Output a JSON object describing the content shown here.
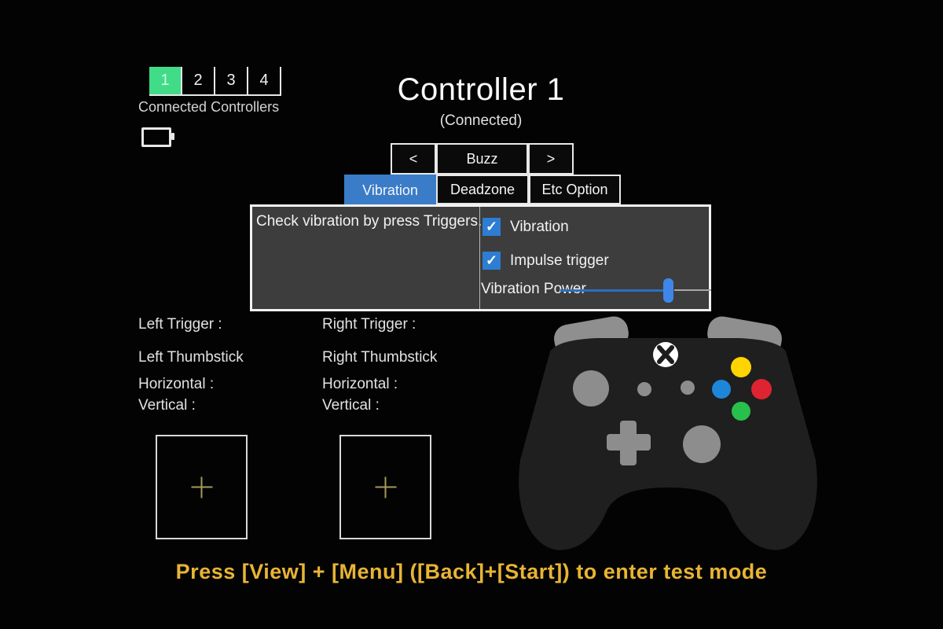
{
  "controllers": {
    "caption": "Connected Controllers",
    "tabs": [
      {
        "label": "1",
        "selected": true
      },
      {
        "label": "2",
        "selected": false
      },
      {
        "label": "3",
        "selected": false
      },
      {
        "label": "4",
        "selected": false
      }
    ],
    "battery_icon": "battery-empty-icon",
    "selected_color": "#41dc87"
  },
  "header": {
    "title": "Controller 1",
    "status": "(Connected)"
  },
  "buzz_bar": {
    "prev": "<",
    "label": "Buzz",
    "next": ">"
  },
  "option_tabs": [
    {
      "label": "Vibration",
      "selected": true
    },
    {
      "label": "Deadzone",
      "selected": false
    },
    {
      "label": "Etc Option",
      "selected": false
    }
  ],
  "vibration_panel": {
    "instruction": "Check vibration by press Triggers.",
    "checkboxes": [
      {
        "label": "Vibration",
        "checked": true
      },
      {
        "label": "Impulse trigger",
        "checked": true
      }
    ],
    "slider": {
      "label": "Vibration Power",
      "value_pct": 72
    }
  },
  "readouts": {
    "left": {
      "trigger": "Left Trigger :",
      "thumbstick": "Left Thumbstick",
      "horizontal": "Horizontal :",
      "vertical": "Vertical :"
    },
    "right": {
      "trigger": "Right Trigger :",
      "thumbstick": "Right Thumbstick",
      "horizontal": "Horizontal :",
      "vertical": "Vertical :"
    }
  },
  "footer": {
    "hint": "Press [View] + [Menu] ([Back]+[Start]) to enter test mode",
    "hint_color": "#e8b434"
  },
  "icons": {
    "check": "✓"
  },
  "colors": {
    "background": "#030303",
    "panel_bg": "#3d3d3d",
    "tab_selected_blue": "#3b7cc9",
    "checkbox_blue": "#2d7dd2",
    "slider_blue": "#2c6fbe",
    "crosshair_olive": "#a39a5a",
    "button_yellow": "#ffd400",
    "button_blue": "#1d86d9",
    "button_red": "#e02330",
    "button_green": "#28bf4c"
  }
}
